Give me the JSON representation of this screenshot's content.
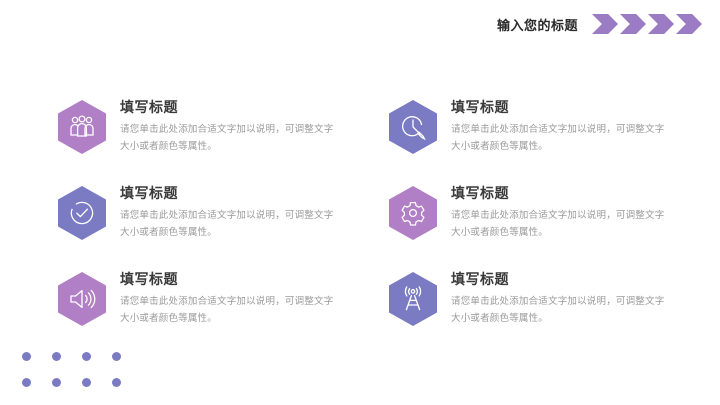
{
  "header": {
    "title": "输入您的标题",
    "chevron_count": 4,
    "chevron_color": "#9b7cc4",
    "title_color": "#2b2b2b"
  },
  "colors": {
    "purple": "#b07fc5",
    "blue": "#7b7bc4",
    "title_text": "#3a3a3a",
    "body_text": "#9a9a9a",
    "background": "#ffffff"
  },
  "items": [
    {
      "title": "填写标题",
      "desc": "请您单击此处添加合适文字加以说明，可调整文字大小或者颜色等属性。",
      "icon": "group-people-icon",
      "hex_color": "purple"
    },
    {
      "title": "填写标题",
      "desc": "请您单击此处添加合适文字加以说明，可调整文字大小或者颜色等属性。",
      "icon": "pen-circle-icon",
      "hex_color": "blue"
    },
    {
      "title": "填写标题",
      "desc": "请您单击此处添加合适文字加以说明，可调整文字大小或者颜色等属性。",
      "icon": "check-circle-icon",
      "hex_color": "blue"
    },
    {
      "title": "填写标题",
      "desc": "请您单击此处添加合适文字加以说明，可调整文字大小或者颜色等属性。",
      "icon": "gear-icon",
      "hex_color": "purple"
    },
    {
      "title": "填写标题",
      "desc": "请您单击此处添加合适文字加以说明，可调整文字大小或者颜色等属性。",
      "icon": "speaker-icon",
      "hex_color": "purple"
    },
    {
      "title": "填写标题",
      "desc": "请您单击此处添加合适文字加以说明，可调整文字大小或者颜色等属性。",
      "icon": "broadcast-tower-icon",
      "hex_color": "blue"
    }
  ],
  "decoration": {
    "dot_rows": 2,
    "dot_columns": 4,
    "dot_color": "#7b7bc4"
  }
}
